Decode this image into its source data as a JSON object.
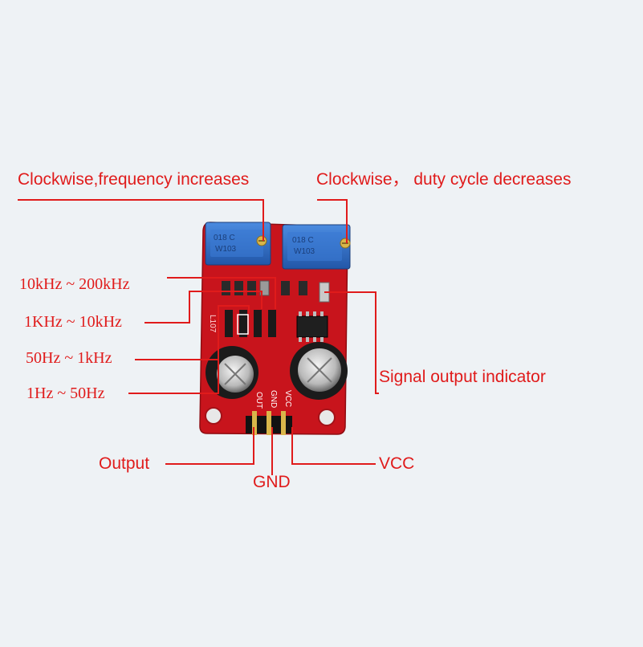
{
  "annotations": {
    "freq_pot": "Clockwise,frequency increases",
    "duty_pot": "Clockwise， duty cycle decreases",
    "range_1": "10kHz ~ 200kHz",
    "range_2": "1KHz ~ 10kHz",
    "range_3": "50Hz ~ 1kHz",
    "range_4": "1Hz ~ 50Hz",
    "indicator": "Signal output indicator",
    "output": "Output",
    "gnd": "GND",
    "vcc": "VCC"
  },
  "silkscreen": {
    "pot_code": "W103",
    "pot_code_top": "018 C",
    "board_mark": "L107",
    "pin_out": "OUT",
    "pin_gnd": "GND",
    "pin_vcc": "VCC"
  },
  "colors": {
    "label": "#e01b1b",
    "board": "#c8141c",
    "pot_body": "#2e6fcc"
  }
}
